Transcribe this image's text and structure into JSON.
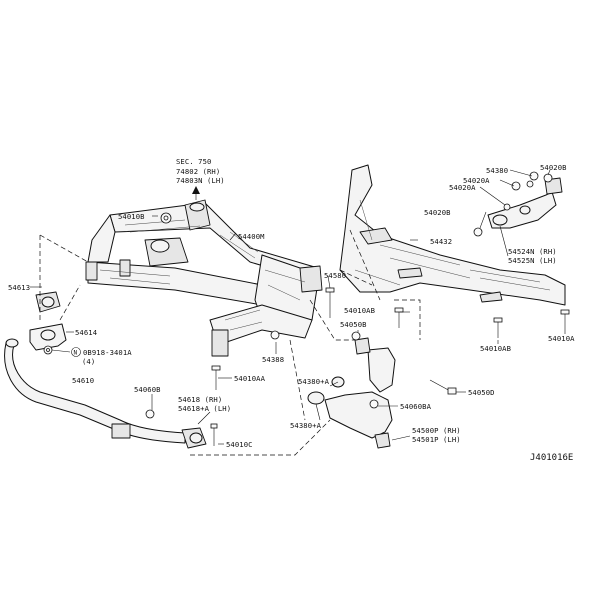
{
  "diagram_code": "J401016E",
  "section_ref": {
    "title": "SEC. 750",
    "line1": "74802 (RH)",
    "line2": "74803N (LH)"
  },
  "labels": {
    "p54010B": "54010B",
    "p54400M": "54400M",
    "p54580": "54580",
    "p54613": "54613",
    "p54614": "54614",
    "p08918": "0B918-3401A",
    "p08918qty": "(4)",
    "p54610": "54610",
    "p54060B": "54060B",
    "p54618": "54618 (RH)",
    "p54618a": "54618+A (LH)",
    "p54010C": "54010C",
    "p54388": "54388",
    "p54010AA": "54010AA",
    "p54380a1": "54380+A",
    "p54380a2": "54380+A",
    "p54050B": "54050B",
    "p54010AB1": "54010AB",
    "p54060BA": "54060BA",
    "p54050D": "54050D",
    "p54500P": "54500P (RH)",
    "p54501P": "54501P (LH)",
    "p54432": "54432",
    "p54010AB2": "54010AB",
    "p54010A": "54010A",
    "p54380": "54380",
    "p54020A1": "54020A",
    "p54020A2": "54020A",
    "p54020B1": "54020B",
    "p54020B2": "54020B",
    "p54524N": "54524N (RH)",
    "p54525N": "54525N (LH)"
  }
}
